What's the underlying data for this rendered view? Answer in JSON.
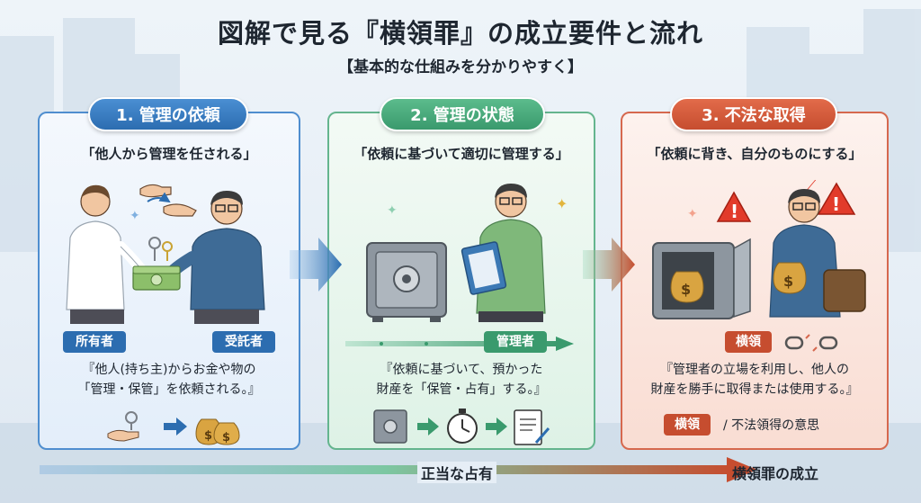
{
  "header": {
    "title": "図解で見る『横領罪』の成立要件と流れ",
    "subtitle": "【基本的な仕組みを分かりやすく】"
  },
  "steps": [
    {
      "label": "1. 管理の依頼",
      "quote": "「他人から管理を任される」",
      "tag_left": "所有者",
      "tag_right": "受託者",
      "desc_line1": "『他人(持ち主)からお金や物の",
      "desc_line2": "「管理・保管」を依頼される。』"
    },
    {
      "label": "2. 管理の状態",
      "quote": "「依頼に基づいて適切に管理する」",
      "tag": "管理者",
      "desc_line1": "『依頼に基づいて、預かった",
      "desc_line2": "財産を「保管・占有」する。』"
    },
    {
      "label": "3. 不法な取得",
      "quote": "「依頼に背き、自分のものにする」",
      "tag": "横領",
      "desc_line1": "『管理者の立場を利用し、他人の",
      "desc_line2": "財産を勝手に取得または使用する。』",
      "tag_bottom": "横領",
      "bottom_text": "/ 不法領得の意思"
    }
  ],
  "footer": {
    "left_label": "正当な占有",
    "right_label": "横領罪の成立"
  },
  "colors": {
    "blue": "#2c6db0",
    "green": "#3a9a6d",
    "red": "#c64d2f"
  }
}
